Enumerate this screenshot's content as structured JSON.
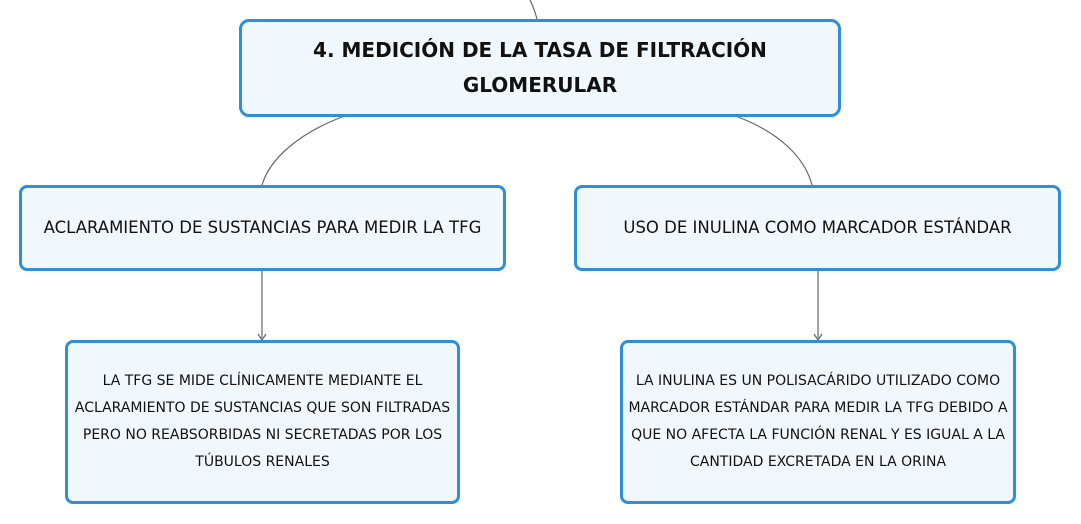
{
  "diagram": {
    "root": {
      "text": "4. MEDICIÓN DE LA TASA DE FILTRACIÓN GLOMERULAR"
    },
    "branches": [
      {
        "text": "ACLARAMIENTO DE SUSTANCIAS PARA MEDIR LA TFG",
        "child": {
          "text": "LA TFG SE MIDE CLÍNICAMENTE MEDIANTE EL ACLARAMIENTO DE SUSTANCIAS QUE SON FILTRADAS PERO NO REABSORBIDAS NI SECRETADAS POR LOS TÚBULOS RENALES"
        }
      },
      {
        "text": "USO DE INULINA COMO MARCADOR ESTÁNDAR",
        "child": {
          "text": "LA INULINA ES UN POLISACÁRIDO UTILIZADO COMO MARCADOR ESTÁNDAR PARA MEDIR LA TFG DEBIDO A QUE NO AFECTA LA FUNCIÓN RENAL Y ES IGUAL A LA CANTIDAD EXCRETADA EN LA ORINA"
        }
      }
    ],
    "colors": {
      "node_border": "#2f8fd8",
      "node_fill": "#f1f8fd",
      "connector": "#666666",
      "text": "#111111"
    }
  }
}
